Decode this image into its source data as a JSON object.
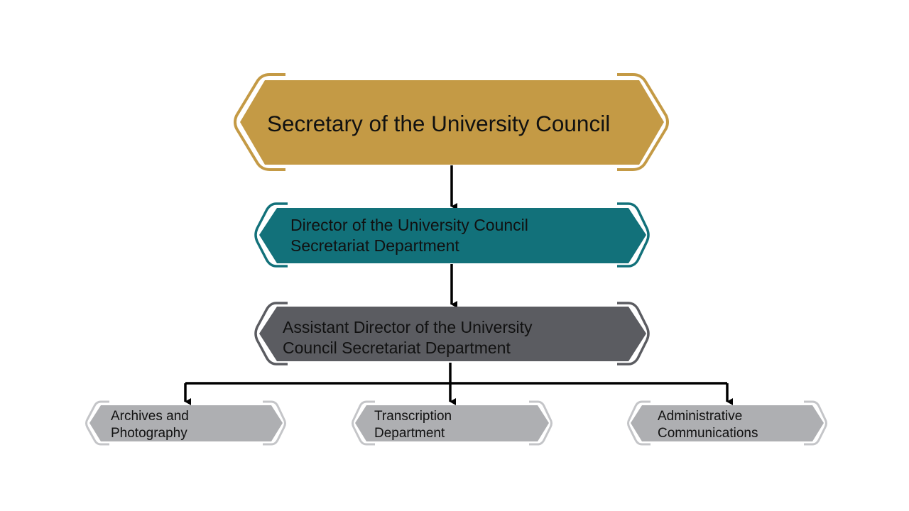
{
  "org_chart": {
    "root": {
      "label": "Secretary of the University Council",
      "fill": "#c49a45",
      "border": "#c49a45"
    },
    "director": {
      "lines": [
        "Director of the University Council",
        "Secretariat Department"
      ],
      "fill": "#12717a",
      "border": "#12717a"
    },
    "assistant": {
      "lines": [
        "Assistant Director of the University",
        "Council Secretariat Department"
      ],
      "fill": "#5b5c61",
      "border": "#5b5c61"
    },
    "units": [
      {
        "lines": [
          "Archives and",
          "Photography"
        ]
      },
      {
        "lines": [
          "Transcription",
          "Department"
        ]
      },
      {
        "lines": [
          "Administrative",
          "Communications"
        ]
      }
    ],
    "unit_fill": "#aeafb2",
    "unit_border": "#c4c5c8",
    "connector_color": "#000000"
  }
}
